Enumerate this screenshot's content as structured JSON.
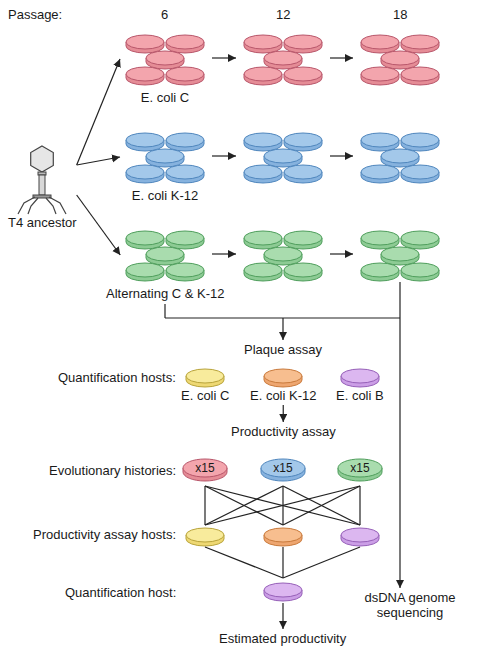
{
  "diagram": {
    "nodes": [
      {
        "text": [
          "E. coli C"
        ]
      },
      {
        "text": [
          "E. coli K-12"
        ]
      },
      {
        "text": [
          "T4 ancestor"
        ]
      },
      {
        "text": [
          "Alternating C & K-12"
        ]
      },
      {
        "text": [
          "Plaque assay"
        ]
      },
      {
        "text": [
          "E. coli C"
        ]
      },
      {
        "text": [
          "E. coli K-12"
        ]
      },
      {
        "text": [
          "E. coli B"
        ]
      },
      {
        "text": [
          "Productivity assay"
        ]
      },
      {
        "text": [
          "x15"
        ]
      },
      {
        "text": [
          "x15"
        ]
      },
      {
        "text": [
          "x15"
        ]
      },
      {
        "text": [
          "dsDNA genome sequencing"
        ]
      },
      {
        "text": [
          "Estimated productivity"
        ]
      }
    ],
    "edges": [
      {
        "from": 2,
        "to": 0,
        "arrow": "to"
      },
      {
        "from": 2,
        "to": 1,
        "arrow": "to"
      },
      {
        "from": 2,
        "to": 3,
        "arrow": "to"
      },
      {
        "from": 6,
        "to": 8,
        "arrow": "to"
      }
    ],
    "labels": [
      "Passage:",
      "6",
      "12",
      "18",
      "Quantification hosts:",
      "Evolutionary histories:",
      "Productivity assay hosts:",
      "Quantification host:"
    ]
  }
}
